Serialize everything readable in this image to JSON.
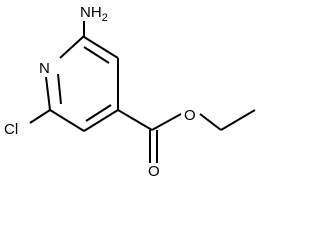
{
  "molecule": {
    "atoms": {
      "amine": {
        "symbol": "N",
        "suffix": "H",
        "subscript": "2"
      },
      "ring_nitrogen": {
        "symbol": "N"
      },
      "chlorine": {
        "symbol": "Cl"
      },
      "carbonyl_oxygen": {
        "symbol": "O"
      },
      "ester_oxygen": {
        "symbol": "O"
      }
    }
  },
  "colors": {
    "bond": "#000000",
    "text": "#000000",
    "background": "#ffffff"
  }
}
